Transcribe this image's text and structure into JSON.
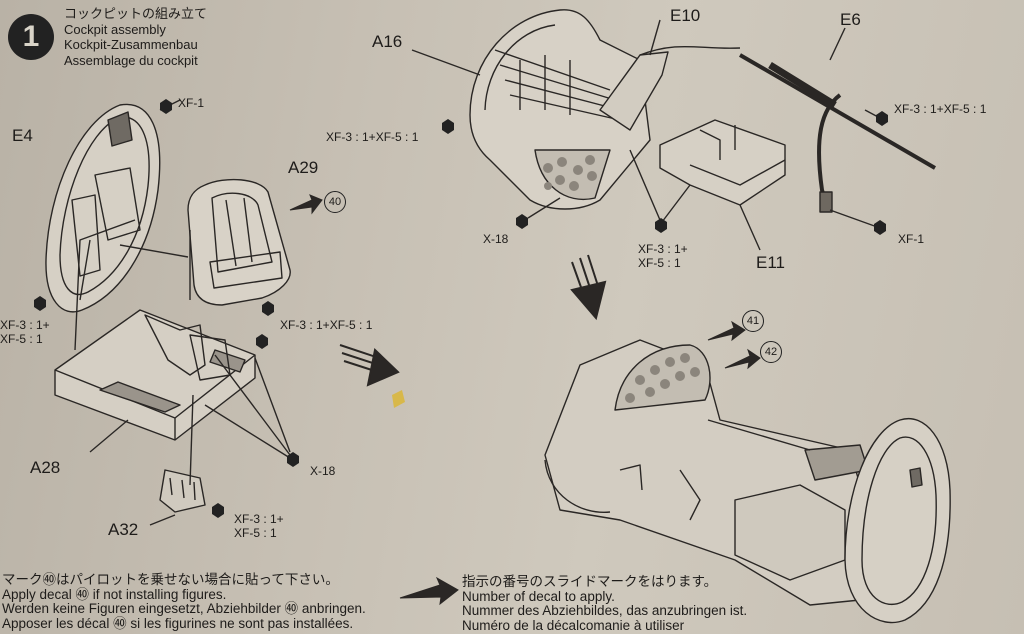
{
  "step": {
    "number": "1"
  },
  "title": {
    "ja": "コックピットの組み立て",
    "en": "Cockpit assembly",
    "de": "Kockpit-Zusammenbau",
    "fr": "Assemblage du cockpit"
  },
  "parts": {
    "e4": "E4",
    "a29": "A29",
    "a28": "A28",
    "a32": "A32",
    "a16": "A16",
    "e10": "E10",
    "e6": "E6",
    "e11": "E11"
  },
  "paints": {
    "xf1_top": "XF-1",
    "xf3_xf5_left": "XF-3 : 1+\nXF-5 : 1",
    "xf3_xf5_seat": "XF-3 : 1+XF-5 : 1",
    "x18_left": "X-18",
    "xf3_xf5_a32": "XF-3 : 1+\nXF-5 : 1",
    "xf3_xf5_a16": "XF-3 : 1+XF-5 : 1",
    "x18_right": "X-18",
    "xf3_xf5_e11": "XF-3 : 1+\nXF-5 : 1",
    "xf3_xf5_e6": "XF-3 : 1+XF-5 : 1",
    "xf1_e6": "XF-1"
  },
  "decals": {
    "d40": "40",
    "d41": "41",
    "d42": "42"
  },
  "notes": {
    "apply_decal": {
      "ja": "マーク㊵はパイロットを乗せない場合に貼って下さい。",
      "en": "Apply decal ㊵ if not installing figures.",
      "de": "Werden keine Figuren eingesetzt, Abziehbilder ㊵ anbringen.",
      "fr": "Apposer les décal ㊵ si les figurines ne sont pas installées."
    },
    "number_decal": {
      "ja": "指示の番号のスライドマークをはります。",
      "en": "Number of decal to apply.",
      "de": "Nummer des Abziehbildes, das anzubringen ist.",
      "fr": "Numéro de la décalcomanie à utiliser"
    }
  }
}
